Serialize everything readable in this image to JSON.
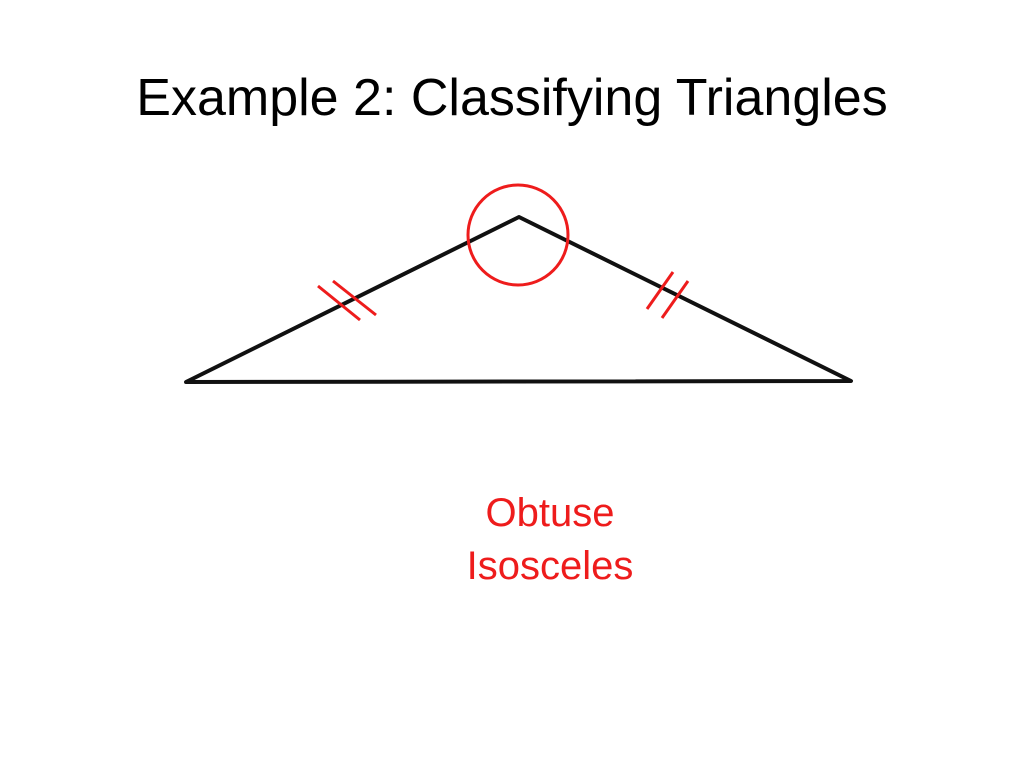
{
  "slide": {
    "title": "Example 2: Classifying Triangles"
  },
  "answer": {
    "lines": [
      "Obtuse",
      "Isosceles"
    ],
    "color": "#ee1c1c"
  },
  "figure": {
    "shape": "triangle",
    "outline_color": "#111111",
    "marking_color": "#ee1c1c",
    "markings": [
      "obtuse-angle-circle",
      "double-tick-left-side",
      "double-tick-right-side"
    ]
  }
}
